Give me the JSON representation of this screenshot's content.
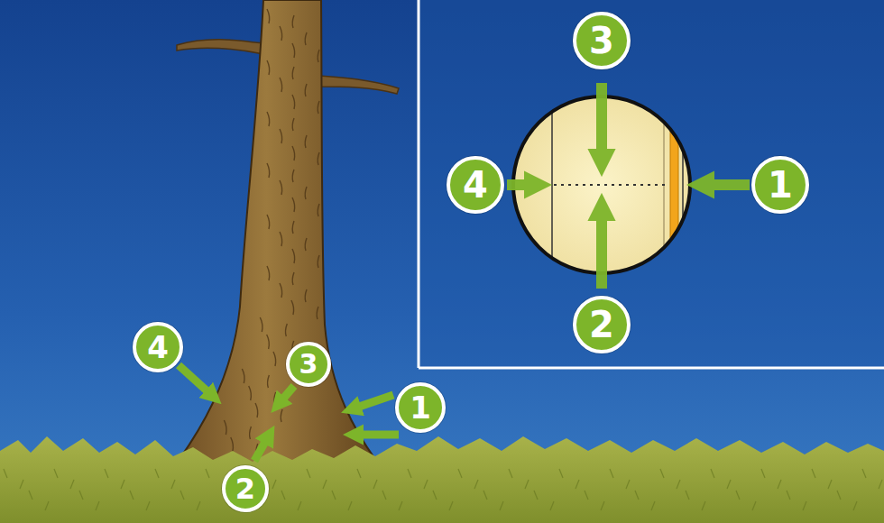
{
  "diagram": {
    "nodes": [
      {
        "text": [
          "3"
        ]
      },
      {
        "text": [
          "4"
        ]
      },
      {
        "text": [
          "1"
        ]
      },
      {
        "text": [
          "2"
        ]
      },
      {
        "text": [
          "4"
        ]
      },
      {
        "text": [
          "3"
        ]
      },
      {
        "text": [
          "1"
        ]
      },
      {
        "text": [
          "2"
        ]
      }
    ]
  }
}
